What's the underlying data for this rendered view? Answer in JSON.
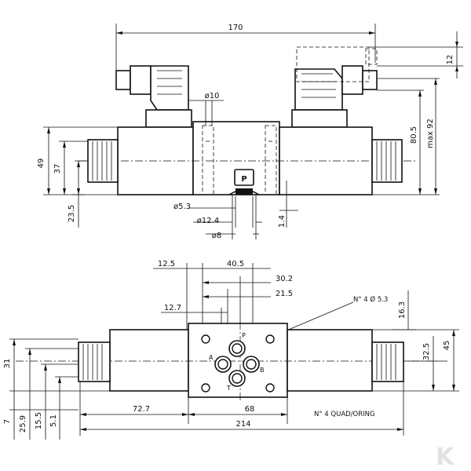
{
  "dimensions": {
    "d170": "170",
    "d12": "12",
    "d80_5": "80.5",
    "max92": "max 92",
    "dia10": "ø10",
    "d49": "49",
    "d37": "37",
    "d23_5": "23.5",
    "dia5_3": "ø5.3",
    "dia12_4": "ø12.4",
    "dia8": "ø8",
    "d1_4": "1.4",
    "d12_5": "12.5",
    "d40_5": "40.5",
    "d30_2": "30.2",
    "d21_5": "21.5",
    "d12_7": "12.7",
    "n4_holes": "N° 4 Ø 5.3",
    "d16_3": "16.3",
    "d32_5": "32.5",
    "d45": "45",
    "d31": "31",
    "d7": "7",
    "d25_9": "25.9",
    "d15_5": "15.5",
    "d5_1": "5.1",
    "d72_7": "72.7",
    "d68": "68",
    "n4_quad": "N° 4 QUAD/ORING",
    "d214": "214"
  },
  "port_labels": {
    "p_badge": "P",
    "p": "P",
    "a": "A",
    "b": "B",
    "t": "T"
  },
  "logo_text": "K"
}
